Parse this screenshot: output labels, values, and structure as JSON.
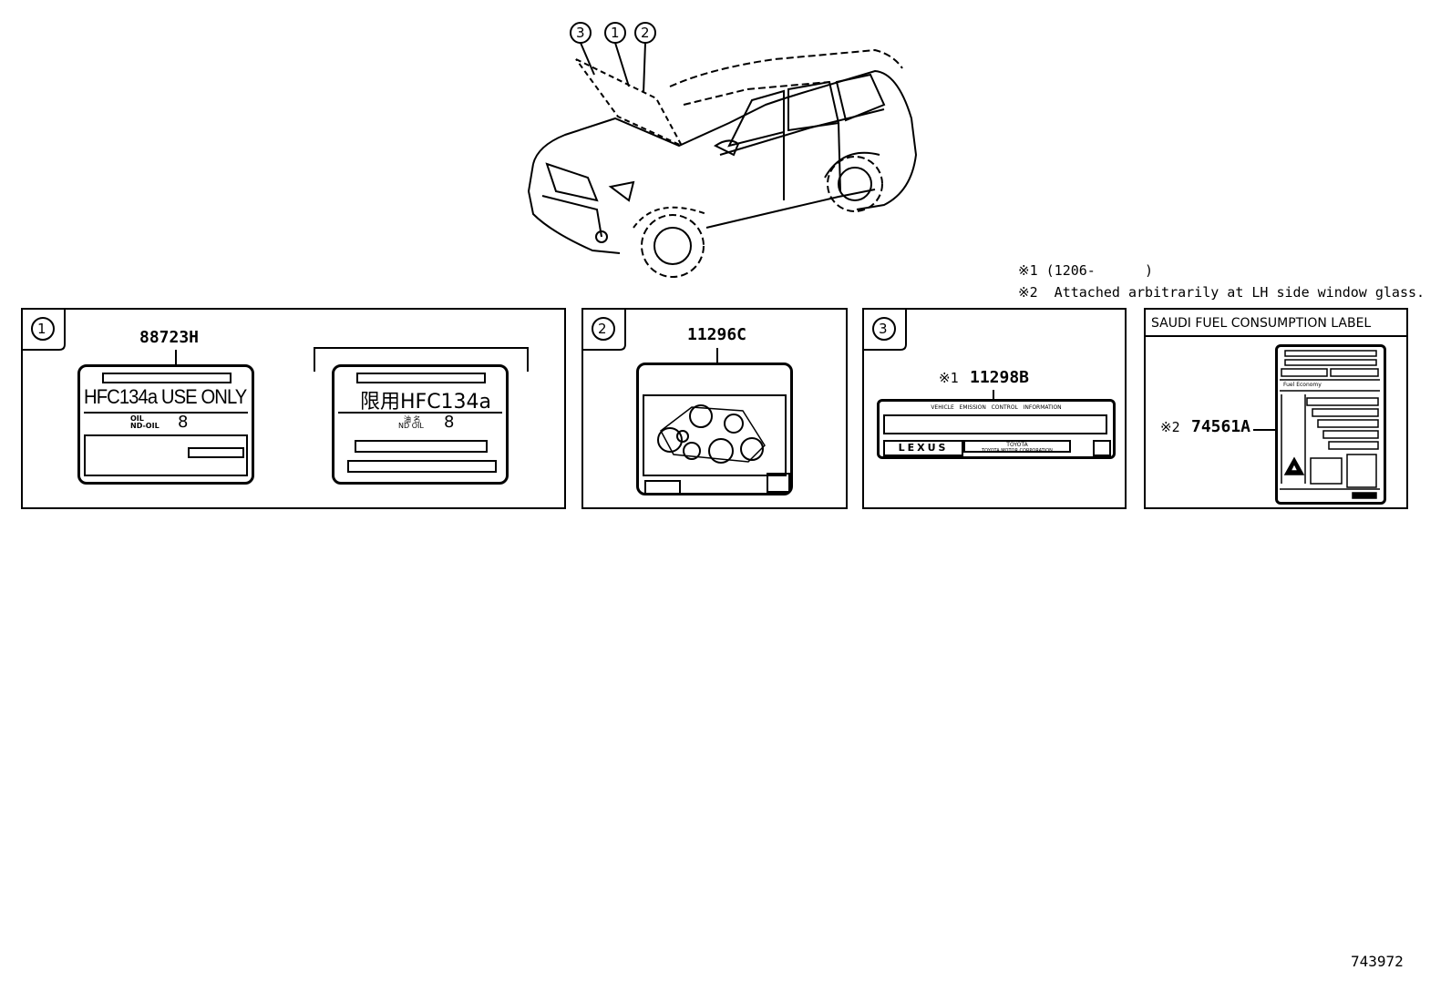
{
  "diagram_id": "743972",
  "vehicle_callouts": [
    "3",
    "1",
    "2"
  ],
  "notes": {
    "note1": "※1 (1206-      )",
    "note2": "※2  Attached arbitrarily at LH side window glass."
  },
  "panels": [
    {
      "index": "1",
      "part_number": "88723H",
      "label_en": {
        "headline": "HFC134a USE ONLY",
        "oil_line1": "OIL",
        "oil_line2": "ND-OIL",
        "oil_value": "8"
      },
      "label_jp": {
        "headline": "限用HFC134a",
        "oil_line1": "油 名",
        "oil_line2": "ND OIL",
        "oil_value": "8"
      }
    },
    {
      "index": "2",
      "part_number": "11296C"
    },
    {
      "index": "3",
      "part_number": "11298B",
      "note_ref": "※1",
      "label": {
        "title": "VEHICLE   EMISSION   CONTROL   INFORMATION",
        "brand": "LEXUS",
        "maker_line1": "TOYOTA",
        "maker_line2": "TOYOTA MOTOR CORPORATION"
      }
    },
    {
      "title": "SAUDI FUEL CONSUMPTION LABEL",
      "part_number": "74561A",
      "note_ref": "※2",
      "label": {
        "fuel_economy": "Fuel Economy"
      }
    }
  ]
}
